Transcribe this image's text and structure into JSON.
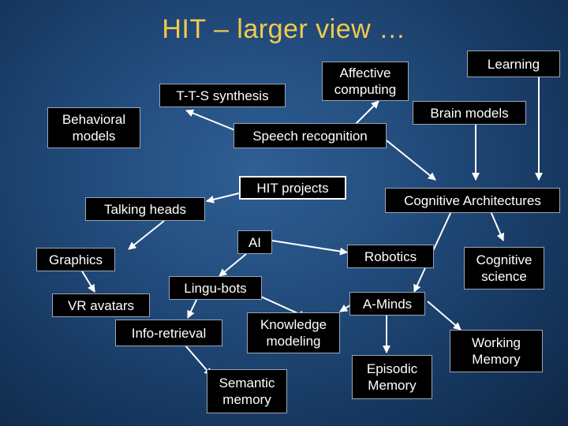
{
  "slide": {
    "title": "HIT – larger view …",
    "nodes": {
      "learning": "Learning",
      "affective_computing": "Affective\ncomputing",
      "tts_synthesis": "T-T-S synthesis",
      "behavioral_models": "Behavioral\nmodels",
      "brain_models": "Brain models",
      "speech_recognition": "Speech recognition",
      "hit_projects": "HIT projects",
      "talking_heads": "Talking heads",
      "cognitive_architectures": "Cognitive Architectures",
      "ai": "AI",
      "graphics": "Graphics",
      "robotics": "Robotics",
      "cognitive_science": "Cognitive\nscience",
      "lingu_bots": "Lingu-bots",
      "vr_avatars": "VR avatars",
      "a_minds": "A-Minds",
      "info_retrieval": "Info-retrieval",
      "knowledge_modeling": "Knowledge\nmodeling",
      "working_memory": "Working\nMemory",
      "episodic_memory": "Episodic\nMemory",
      "semantic_memory": "Semantic\nmemory"
    }
  }
}
